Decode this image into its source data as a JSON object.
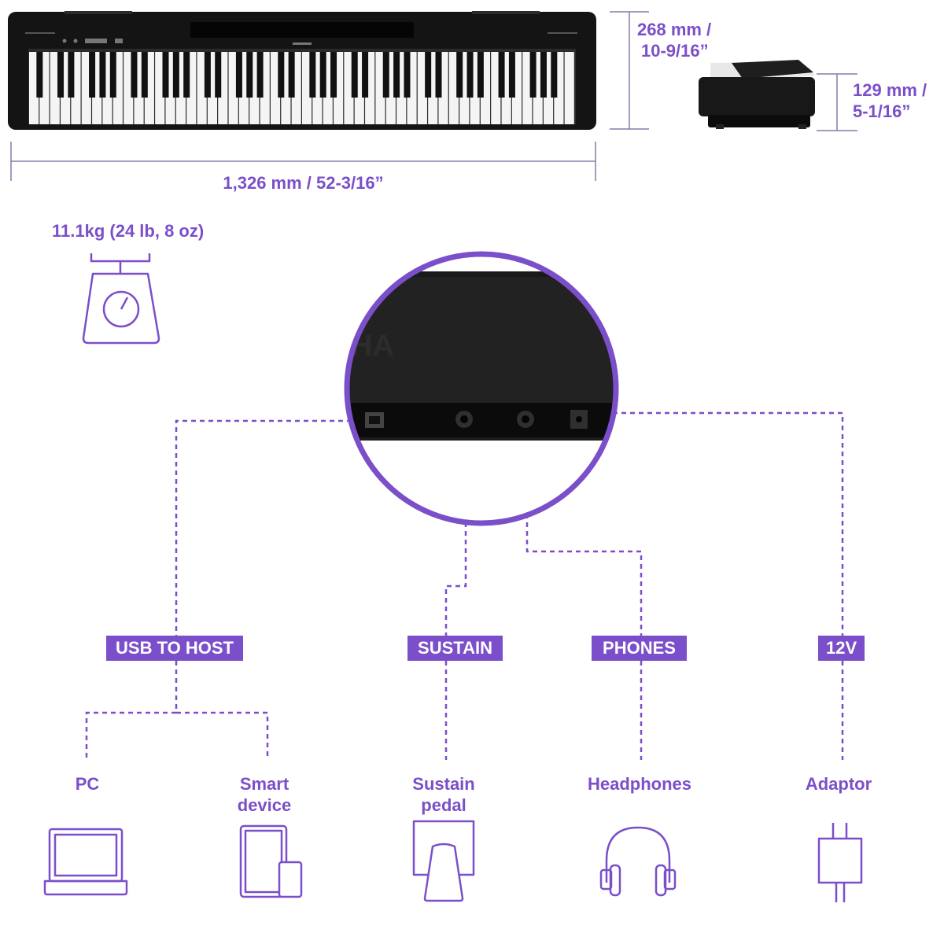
{
  "colors": {
    "accent": "#7b4fc9",
    "piano_body": "#141414",
    "dim_line": "#8a78a8"
  },
  "dimensions": {
    "height_top": "268 mm /",
    "height_bottom": "10-9/16”",
    "depth_top": "129 mm /",
    "depth_bottom": "5-1/16”",
    "width": "1,326 mm / 52-3/16”",
    "weight": "11.1kg (24 lb, 8 oz)"
  },
  "ports": {
    "usb": "USB TO HOST",
    "sustain": "SUSTAIN",
    "phones": "PHONES",
    "power": "12V"
  },
  "devices": {
    "pc": "PC",
    "smart_device_1": "Smart",
    "smart_device_2": "device",
    "sustain_pedal_1": "Sustain",
    "sustain_pedal_2": "pedal",
    "headphones": "Headphones",
    "adaptor": "Adaptor"
  },
  "icons": {
    "scale": "scale-icon",
    "laptop": "laptop-icon",
    "tablet": "tablet-phone-icon",
    "pedal": "pedal-icon",
    "headphones": "headphones-icon",
    "plug": "plug-icon"
  }
}
